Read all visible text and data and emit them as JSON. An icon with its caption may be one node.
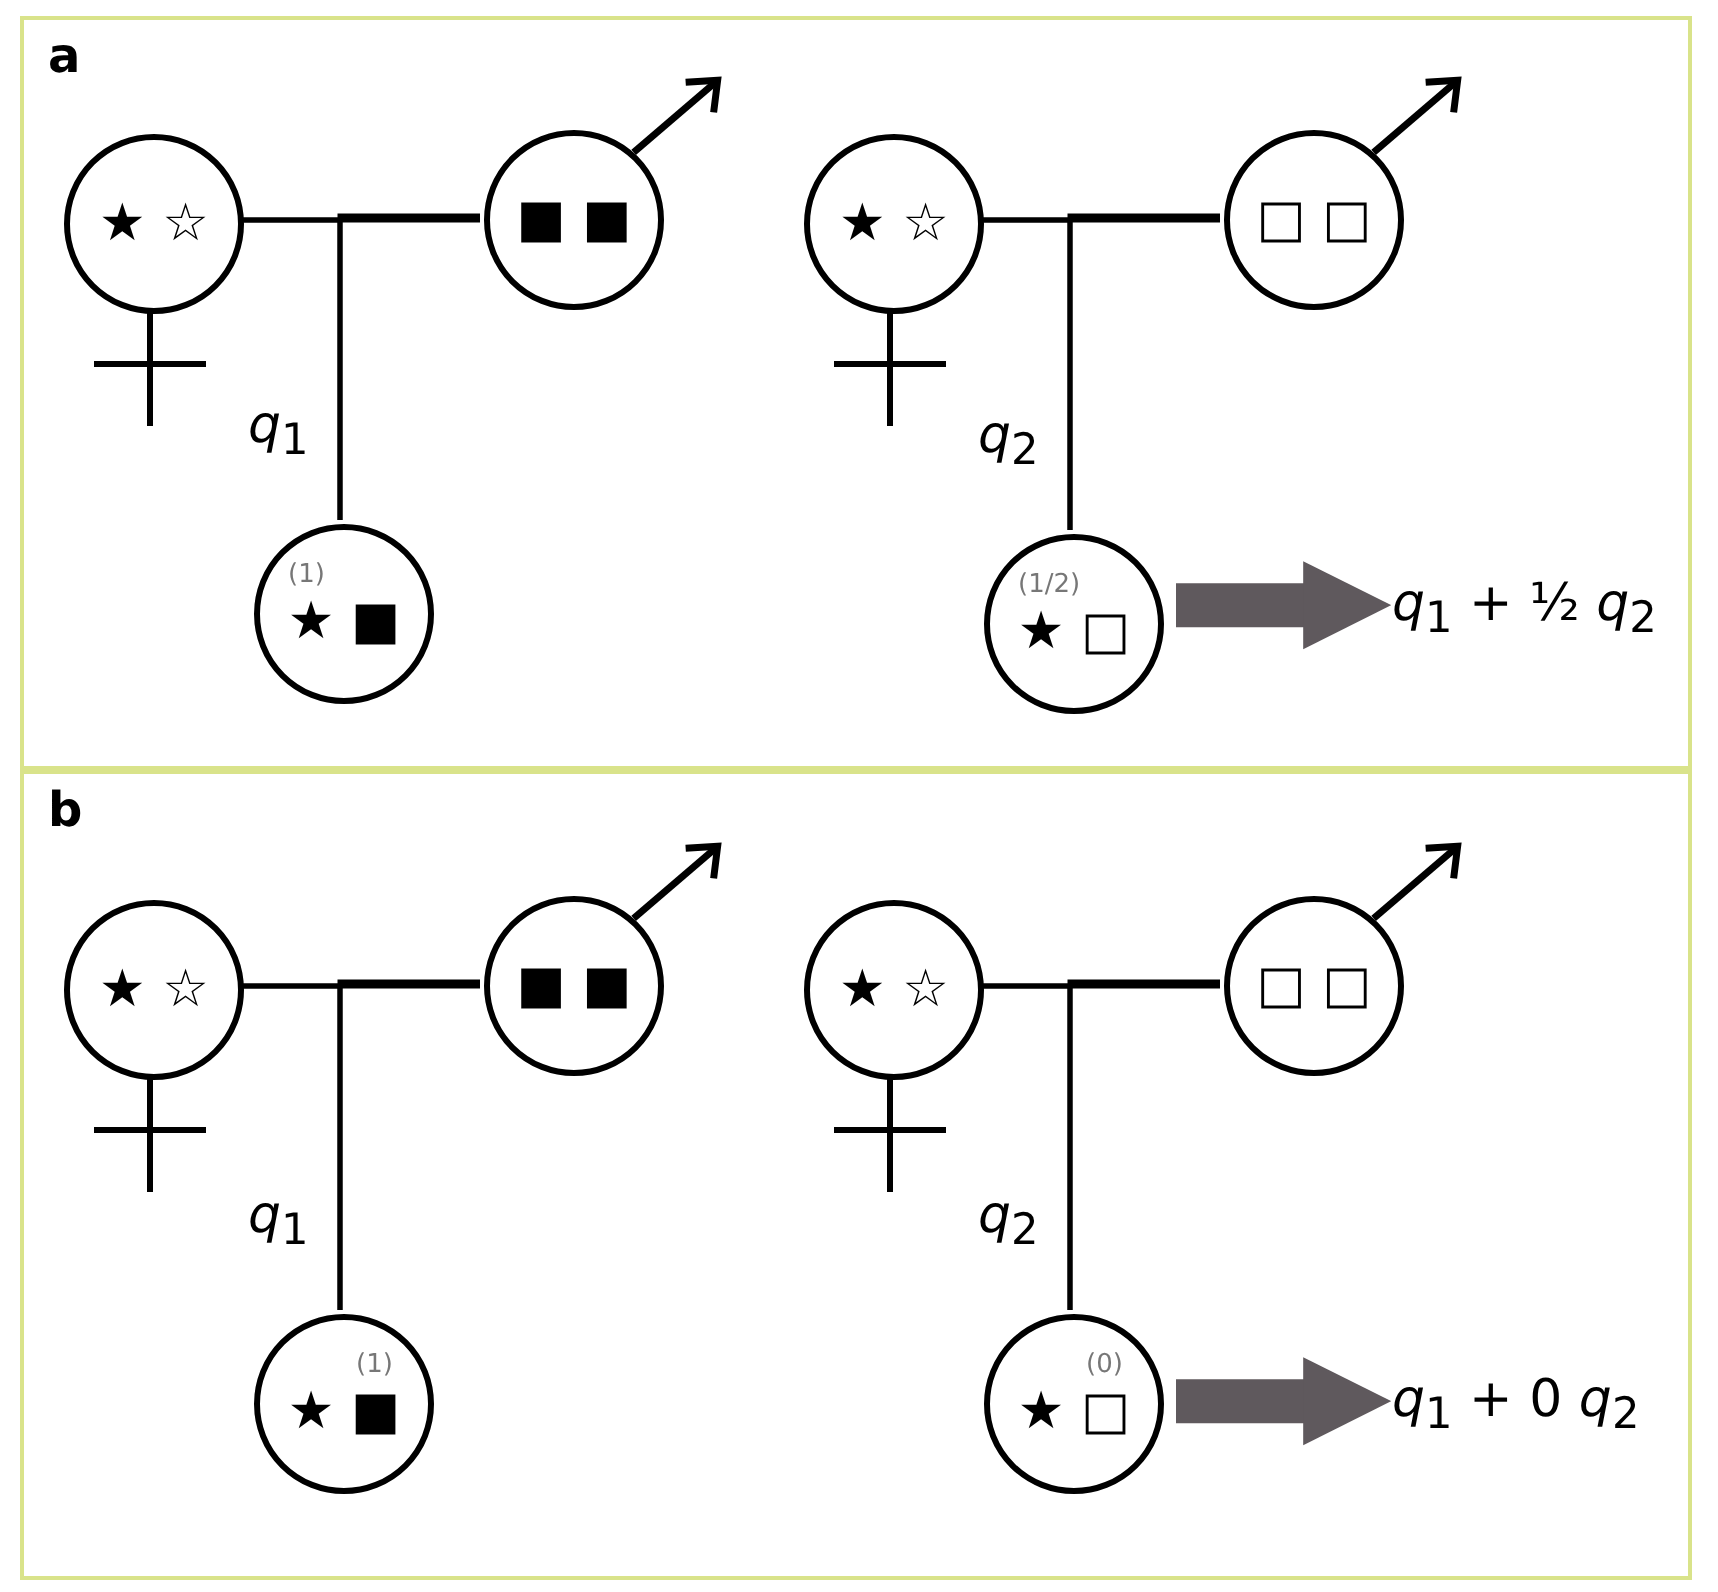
{
  "diagram": {
    "nodes": [
      {
        "text": [
          "a"
        ]
      },
      {
        "text": [
          "★ ☆"
        ],
        "in": 0
      },
      {
        "text": [
          "■ ■"
        ],
        "in": 0
      },
      {
        "text": [
          "(1)",
          "★ ■"
        ],
        "in": 0
      },
      {
        "text": [
          "★ ☆"
        ],
        "in": 0
      },
      {
        "text": [
          "□ □"
        ],
        "in": 0
      },
      {
        "text": [
          "(1/2)",
          "★ □"
        ],
        "in": 0
      },
      {
        "text": [
          "*q*$_{1}$ + ½ *q*$_{2}$"
        ],
        "in": 0
      },
      {
        "text": [
          "b"
        ]
      },
      {
        "text": [
          "★ ☆"
        ],
        "in": 8
      },
      {
        "text": [
          "■ ■"
        ],
        "in": 8
      },
      {
        "text": [
          "(1)",
          "★ ■"
        ],
        "in": 8
      },
      {
        "text": [
          "★ ☆"
        ],
        "in": 8
      },
      {
        "text": [
          "□ □"
        ],
        "in": 8
      },
      {
        "text": [
          "(0)",
          "★ □"
        ],
        "in": 8
      },
      {
        "text": [
          "*q*$_{1}$ + 0 *q*$_{2}$"
        ],
        "in": 8
      }
    ],
    "edges": [
      {
        "from": 1,
        "to": 2,
        "arrow": "none"
      },
      {
        "from": 1,
        "to": 3,
        "arrow": "none",
        "label": "*q*$_{1}$"
      },
      {
        "from": 2,
        "to": 3,
        "arrow": "none"
      },
      {
        "from": 4,
        "to": 5,
        "arrow": "none"
      },
      {
        "from": 4,
        "to": 6,
        "arrow": "none",
        "label": "*q*$_{2}$"
      },
      {
        "from": 5,
        "to": 6,
        "arrow": "none"
      },
      {
        "from": 6,
        "to": 7,
        "arrow": "to",
        "style": "thick",
        "color": "#5f595d"
      },
      {
        "from": 9,
        "to": 10,
        "arrow": "none"
      },
      {
        "from": 9,
        "to": 11,
        "arrow": "none",
        "label": "*q*$_{1}$"
      },
      {
        "from": 10,
        "to": 11,
        "arrow": "none"
      },
      {
        "from": 12,
        "to": 13,
        "arrow": "none"
      },
      {
        "from": 12,
        "to": 14,
        "arrow": "none",
        "label": "*q*$_{2}$"
      },
      {
        "from": 13,
        "to": 14,
        "arrow": "none"
      },
      {
        "from": 14,
        "to": 15,
        "arrow": "to",
        "style": "thick",
        "color": "#5f595d"
      }
    ]
  }
}
